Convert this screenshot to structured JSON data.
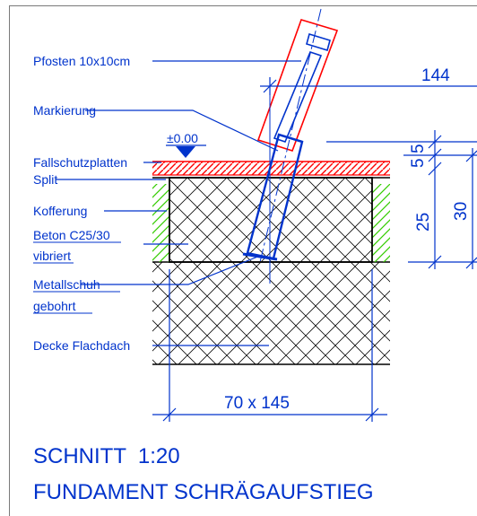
{
  "labels": {
    "post": "Pfosten 10x10cm",
    "marking": "Markierung",
    "level": "±0.00",
    "fall_protection": "Fallschutzplatten",
    "split": "Split",
    "base_layer": "Kofferung",
    "concrete_line1": "Beton C25/30",
    "concrete_line2": "vibriert",
    "shoe_line1": "Metallschuh",
    "shoe_line2": "gebohrt",
    "roof": "Decke Flachdach"
  },
  "dimensions": {
    "top": "144",
    "d1": "5",
    "d2": "5",
    "d3": "25",
    "d4": "30",
    "bottom": "70 x 145"
  },
  "title": {
    "line1": "SCHNITT  1:20",
    "line2": "FUNDAMENT SCHRÄGAUFSTIEG"
  },
  "colors": {
    "blue": "#0033cc",
    "red": "#ff0000",
    "green": "#33cc00",
    "black": "#000000"
  }
}
